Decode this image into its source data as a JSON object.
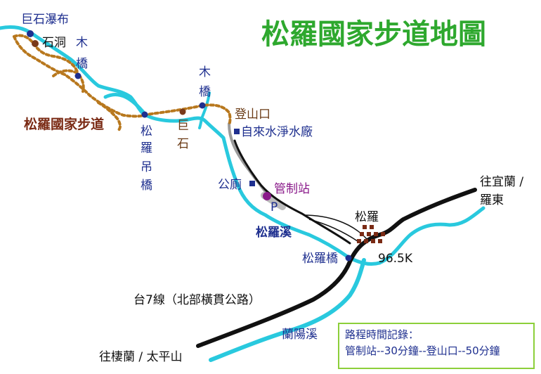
{
  "map_title": "松羅國家步道地圖",
  "trail_name": "松羅國家步道",
  "labels": {
    "giant_rock_waterfall": "巨石瀑布",
    "stone_cave": "石洞",
    "wooden_bridge_1_a": "木",
    "wooden_bridge_1_b": "橋",
    "wooden_bridge_2_a": "木",
    "wooden_bridge_2_b": "橋",
    "suspension_bridge": [
      "松",
      "羅",
      "吊",
      "橋"
    ],
    "giant_rock": [
      "巨",
      "石"
    ],
    "trailhead": "登山口",
    "water_plant": "自來水淨水廠",
    "toilet": "公廁",
    "control_station": "管制站",
    "parking": "P",
    "songluo_stream": "松羅溪",
    "songluo_bridge": "松羅橋",
    "songluo_village": "松羅",
    "km_marker": "96.5K",
    "to_yilan_1": "往宜蘭 /",
    "to_yilan_2": "羅東",
    "highway": "台7線（北部橫貫公路）",
    "lanyang_stream": "蘭陽溪",
    "to_qilan": "往棲蘭 / 太平山"
  },
  "time_note": {
    "title": "路程時間記錄：",
    "detail": "管制站--30分鐘--登山口--50分鐘"
  },
  "colors": {
    "river": "#29c9de",
    "trail": "#b8781e",
    "road": "#111111",
    "title": "#2ea82e",
    "marker": "#1e2f8f",
    "note_border": "#8ccf3a"
  }
}
